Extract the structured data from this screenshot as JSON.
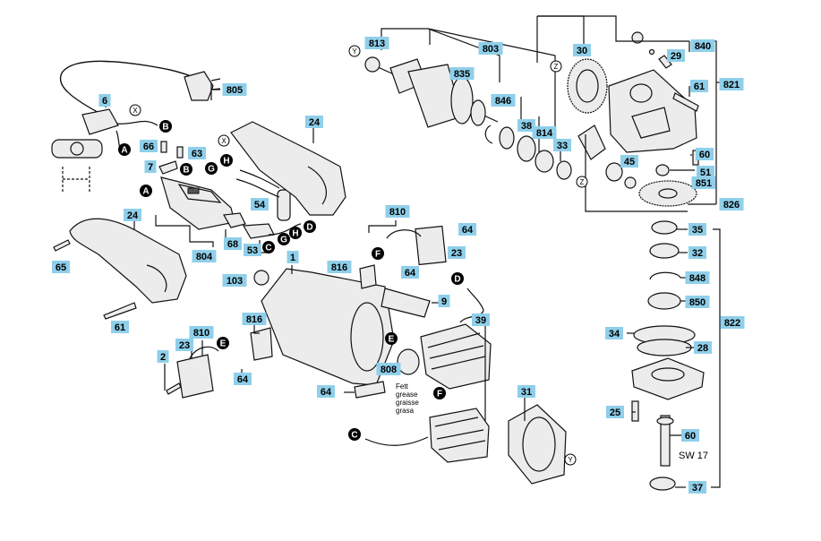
{
  "part_numbers": [
    "813",
    "803",
    "835",
    "846",
    "38",
    "814",
    "33",
    "30",
    "840",
    "29",
    "61",
    "821",
    "60",
    "51",
    "851",
    "45",
    "826",
    "35",
    "32",
    "848",
    "850",
    "822",
    "34",
    "28",
    "25",
    "60",
    "37",
    "6",
    "805",
    "66",
    "63",
    "7",
    "24",
    "24",
    "65",
    "61",
    "54",
    "68",
    "804",
    "53",
    "810",
    "64",
    "23",
    "816",
    "64",
    "1",
    "103",
    "9",
    "810",
    "816",
    "23",
    "64",
    "2",
    "39",
    "808",
    "64",
    "31"
  ],
  "connector_letters": [
    "A",
    "B",
    "G",
    "H",
    "A",
    "B",
    "D",
    "H",
    "G",
    "C",
    "F",
    "D",
    "E",
    "E",
    "F",
    "C"
  ],
  "ring_letters": [
    "Y",
    "X",
    "Z",
    "Z",
    "X",
    "Y"
  ],
  "note": [
    "Fett",
    "grease",
    "graisse",
    "grasa"
  ],
  "sw_label": "SW 17"
}
